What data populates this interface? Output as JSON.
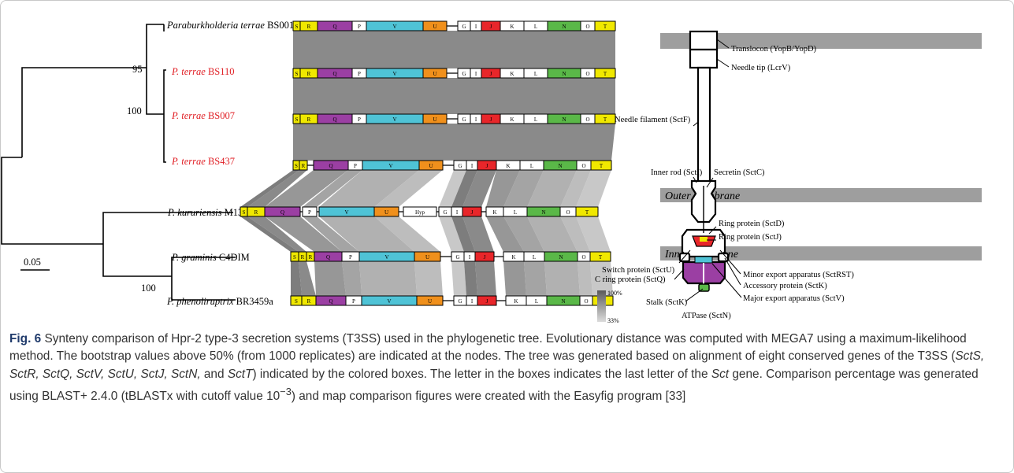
{
  "figure": {
    "tree": {
      "scale_bar": "0.05",
      "bootstrap": [
        "95",
        "100",
        "100"
      ],
      "taxa": [
        {
          "genus": "Paraburkholderia terrae",
          "strain": "BS001",
          "highlight": false
        },
        {
          "genus": "P. terrae",
          "strain": "BS110",
          "highlight": true
        },
        {
          "genus": "P. terrae",
          "strain": "BS007",
          "highlight": true
        },
        {
          "genus": "P. terrae",
          "strain": "BS437",
          "highlight": true
        },
        {
          "genus": "P. kururiensis",
          "strain": "M130",
          "highlight": false
        },
        {
          "genus": "P. graminis",
          "strain": "C4DIM",
          "highlight": false
        },
        {
          "genus": "P. phenoliruptrix",
          "strain": "BR3459a",
          "highlight": false
        }
      ]
    },
    "gene_colors": {
      "S": "#f0e800",
      "R": "#f0e800",
      "Q": "#9b3fa3",
      "P": "#ffffff",
      "V": "#4fc3d6",
      "U": "#f0901c",
      "Hyp": "#ffffff",
      "G": "#ffffff",
      "I": "#ffffff",
      "J": "#e8262a",
      "K": "#ffffff",
      "L": "#ffffff",
      "N": "#5ab848",
      "O": "#ffffff",
      "T": "#f0e800"
    },
    "legend": {
      "top": "100%",
      "bottom": "33%"
    },
    "diagram": {
      "membranes": [
        "Outer membrane",
        "Inner membrane"
      ],
      "labels": [
        "Translocon (YopB/YopD)",
        "Needle tip (LcrV)",
        "Needle filament (SctF)",
        "Inner rod (SctI)",
        "Secretin (SctC)",
        "Ring protein (SctD)",
        "Ring protein (SctJ)",
        "Switch protein (SctU)",
        "Minor export apparatus (SctRST)",
        "Accessory protein (SctK)",
        "C ring protein (SctQ)",
        "Major export apparatus (SctV)",
        "Stalk (SctK)",
        "ATPase (SctN)"
      ]
    }
  },
  "caption": {
    "fig_label": "Fig. 6",
    "t1": " Synteny comparison of Hpr-2 type-3 secretion systems (T3SS) used in the phylogenetic tree. Evolutionary distance was computed with MEGA7 using a maximum-likelihood method. The bootstrap values above 50% (from 1000 replicates) are indicated at the nodes. The tree was generated based on alignment of eight conserved genes of the T3SS (",
    "genes": "SctS, SctR, SctQ, SctV, SctU, SctJ, SctN,",
    "t2": " and ",
    "gene_t": "SctT",
    "t3": ") indicated by the colored boxes. The letter in the boxes indicates the last letter of the ",
    "sct": "Sct",
    "t4": " gene. Comparison percentage was generated using BLAST+ 2.4.0 (tBLASTx with cutoff value 10",
    "sup": "−3",
    "t5": ") and map comparison figures were created with the Easyfig program [33]"
  }
}
